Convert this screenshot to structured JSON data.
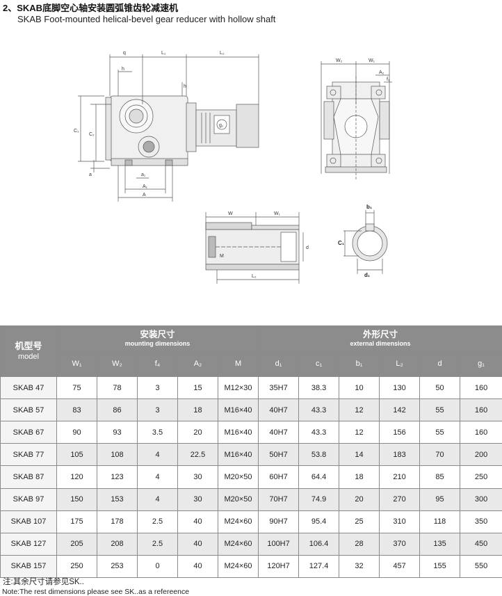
{
  "header": {
    "title_cn": "2、SKAB底脚空心轴安装圆弧锥齿轮减速机",
    "title_en": "SKAB Foot-mounted helical-bevel gear reducer with hollow shaft"
  },
  "drawing_labels": {
    "q": "q",
    "L1": "L₁",
    "L2_top": "L₂",
    "h": "h",
    "h2": "h",
    "C1": "C₁",
    "C2": "C₂",
    "a": "a",
    "a1": "a₁",
    "A1": "A₁",
    "A": "A",
    "W2": "W₂",
    "W1": "W₁",
    "A2": "A₂",
    "f1": "f₁",
    "W": "W",
    "W1_shaft": "W₁",
    "M": "M",
    "d": "d",
    "L2_shaft": "L₂",
    "b1": "b₁",
    "c1": "C₁",
    "d1": "d₁",
    "g1": "g₁"
  },
  "table": {
    "model_cn": "机型号",
    "model_en": "model",
    "mount_cn": "安装尺寸",
    "mount_en": "mounting dimensions",
    "ext_cn": "外形尺寸",
    "ext_en": "external dimensions",
    "columns": [
      "W₁",
      "W₂",
      "f₄",
      "A₂",
      "M",
      "d₁",
      "c₁",
      "b₁",
      "L₂",
      "d",
      "g₁"
    ],
    "rows": [
      {
        "model": "SKAB 47",
        "cells": [
          "75",
          "78",
          "3",
          "15",
          "M12×30",
          "35H7",
          "38.3",
          "10",
          "130",
          "50",
          "160"
        ]
      },
      {
        "model": "SKAB 57",
        "cells": [
          "83",
          "86",
          "3",
          "18",
          "M16×40",
          "40H7",
          "43.3",
          "12",
          "142",
          "55",
          "160"
        ]
      },
      {
        "model": "SKAB 67",
        "cells": [
          "90",
          "93",
          "3.5",
          "20",
          "M16×40",
          "40H7",
          "43.3",
          "12",
          "156",
          "55",
          "160"
        ]
      },
      {
        "model": "SKAB 77",
        "cells": [
          "105",
          "108",
          "4",
          "22.5",
          "M16×40",
          "50H7",
          "53.8",
          "14",
          "183",
          "70",
          "200"
        ]
      },
      {
        "model": "SKAB 87",
        "cells": [
          "120",
          "123",
          "4",
          "30",
          "M20×50",
          "60H7",
          "64.4",
          "18",
          "210",
          "85",
          "250"
        ]
      },
      {
        "model": "SKAB 97",
        "cells": [
          "150",
          "153",
          "4",
          "30",
          "M20×50",
          "70H7",
          "74.9",
          "20",
          "270",
          "95",
          "300"
        ]
      },
      {
        "model": "SKAB 107",
        "cells": [
          "175",
          "178",
          "2.5",
          "40",
          "M24×60",
          "90H7",
          "95.4",
          "25",
          "310",
          "118",
          "350"
        ]
      },
      {
        "model": "SKAB 127",
        "cells": [
          "205",
          "208",
          "2.5",
          "40",
          "M24×60",
          "100H7",
          "106.4",
          "28",
          "370",
          "135",
          "450"
        ]
      },
      {
        "model": "SKAB 157",
        "cells": [
          "250",
          "253",
          "0",
          "40",
          "M24×60",
          "120H7",
          "127.4",
          "32",
          "457",
          "155",
          "550"
        ]
      }
    ]
  },
  "notes": {
    "cn": "注:其余尺寸请参见SK..",
    "en": "Note:The  rest dimensions please see SK..as a refereence"
  }
}
